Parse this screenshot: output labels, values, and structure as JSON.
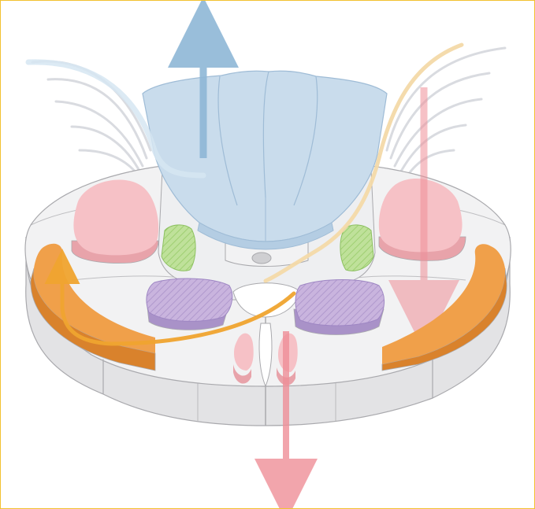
{
  "figure": {
    "kind": "spinal-cord-cross-section-illustration",
    "labels_present": false
  },
  "colors": {
    "frame_border": "#f2c230",
    "background": "#ffffff",
    "white_matter": "#f2f2f3",
    "white_matter_side": "#e3e3e5",
    "outline": "#a9a9ad",
    "dorsal_columns": "#c9dcec",
    "dorsal_columns_edge": "#9fbcd6",
    "dorsal_arrow": "#8fb7d6",
    "corticospinal_tract": "#f6c1c6",
    "corticospinal_side": "#e8a3aa",
    "descending_arrow": "#ef8f98",
    "spinothalamic_tract": "#f0a04a",
    "spinothalamic_side": "#d9822c",
    "spinothalamic_arrow": "#f0a530",
    "dorsal_horn": "#bfe19a",
    "ventral_horn": "#c9b4de",
    "ventral_horn_side": "#a992c8",
    "central_canal": "#cfcfd2",
    "pain_fiber": "#f3d9a8",
    "nerve_rootlet": "#d9dbe0"
  },
  "structures": [
    {
      "name": "dorsal-columns",
      "color_key": "dorsal_columns"
    },
    {
      "name": "lateral-corticospinal-tract-left",
      "color_key": "corticospinal_tract"
    },
    {
      "name": "lateral-corticospinal-tract-right",
      "color_key": "corticospinal_tract"
    },
    {
      "name": "anterior-corticospinal-tract-left",
      "color_key": "corticospinal_tract"
    },
    {
      "name": "anterior-corticospinal-tract-right",
      "color_key": "corticospinal_tract"
    },
    {
      "name": "spinothalamic-tract-left",
      "color_key": "spinothalamic_tract"
    },
    {
      "name": "spinothalamic-tract-right",
      "color_key": "spinothalamic_tract"
    },
    {
      "name": "dorsal-horn-left",
      "color_key": "dorsal_horn"
    },
    {
      "name": "dorsal-horn-right",
      "color_key": "dorsal_horn"
    },
    {
      "name": "ventral-horn-left",
      "color_key": "ventral_horn"
    },
    {
      "name": "ventral-horn-right",
      "color_key": "ventral_horn"
    },
    {
      "name": "central-canal",
      "color_key": "central_canal"
    }
  ],
  "arrows": [
    {
      "name": "ascending-dorsal-column-arrow",
      "direction": "up",
      "color_key": "dorsal_arrow"
    },
    {
      "name": "descending-lateral-corticospinal-arrow",
      "direction": "down",
      "color_key": "descending_arrow"
    },
    {
      "name": "descending-anterior-corticospinal-arrow",
      "direction": "down",
      "color_key": "descending_arrow"
    },
    {
      "name": "crossing-spinothalamic-arrow",
      "direction": "up",
      "color_key": "spinothalamic_arrow"
    }
  ]
}
